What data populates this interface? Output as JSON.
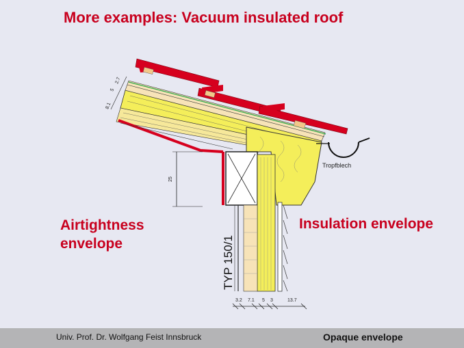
{
  "slide": {
    "title": "More examples: Vacuum insulated roof",
    "label_left_line1": "Airtightness",
    "label_left_line2": "envelope",
    "label_right": "Insulation envelope"
  },
  "drawing": {
    "type_label": "TYP 150/1",
    "gutter_label": "Tropfblech",
    "dim_vertical": "25",
    "dims_top": [
      "8.1",
      "5",
      "2.7"
    ],
    "dims_bottom": [
      "3.2",
      "7.1",
      "5",
      "3",
      "13.7"
    ]
  },
  "footer": {
    "author": "Univ. Prof. Dr. Wolfgang Feist Innsbruck",
    "topic": "Opaque envelope"
  },
  "colors": {
    "accent_red": "#c8001e",
    "insulation_yellow": "#f4ee5a",
    "background": "#e7e8f2",
    "footer_bar": "#b4b4b6"
  }
}
